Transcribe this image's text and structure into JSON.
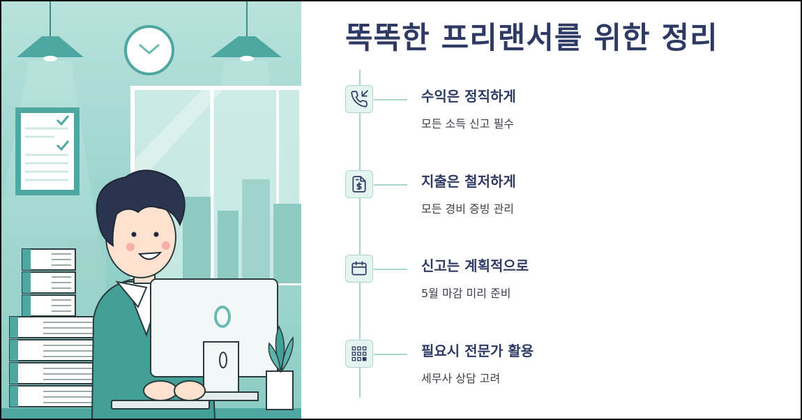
{
  "title": "똑똑한 프리랜서를 위한 정리",
  "colors": {
    "title": "#2e3a63",
    "accent": "#a9d6cd",
    "icon_bg": "#e4f4f1",
    "illustration_bg": "#8ecfc6"
  },
  "items": [
    {
      "icon": "phone-incoming-icon",
      "title": "수익은 정직하게",
      "desc": "모든 소득 신고 필수"
    },
    {
      "icon": "receipt-dollar-icon",
      "title": "지출은 철저하게",
      "desc": "모든 경비 증빙 관리"
    },
    {
      "icon": "calendar-icon",
      "title": "신고는 계획적으로",
      "desc": "5월 마감 미리 준비"
    },
    {
      "icon": "grid-icon",
      "title": "필요시 전문가 활용",
      "desc": "세무사 상담 고려"
    }
  ]
}
